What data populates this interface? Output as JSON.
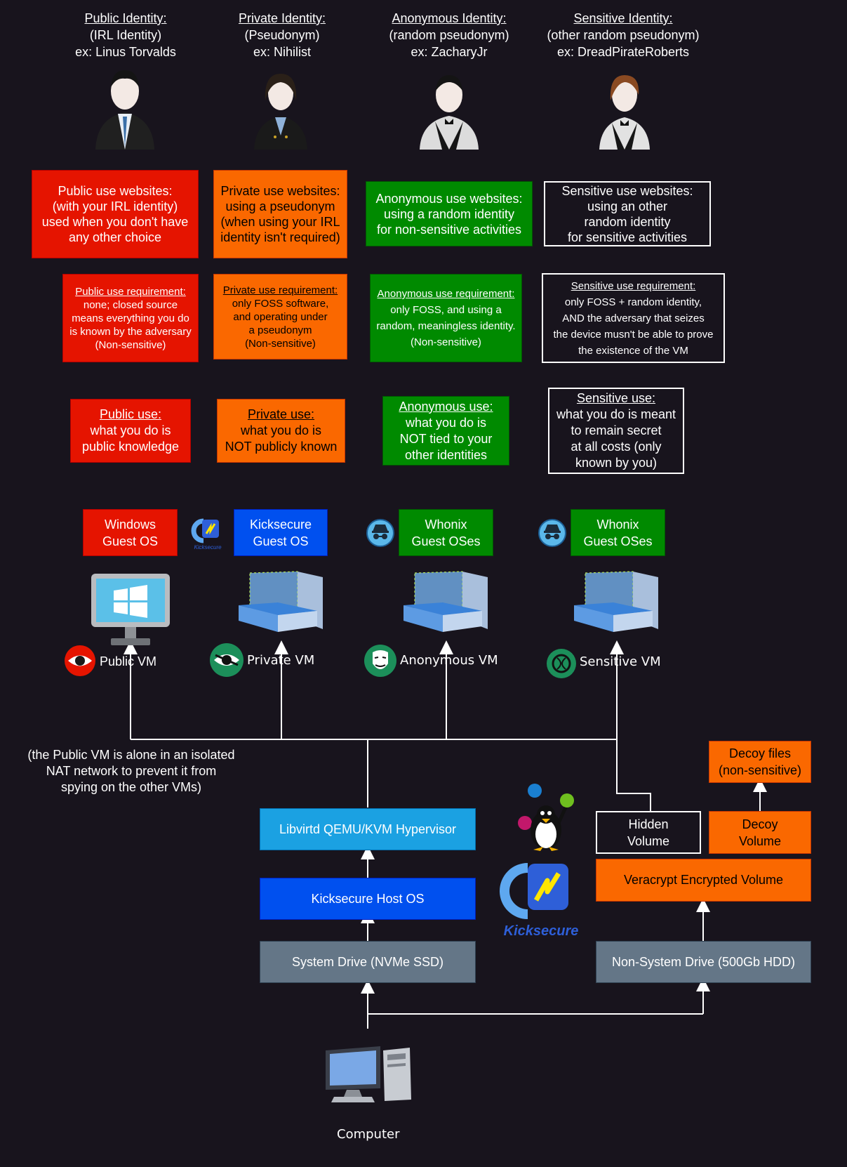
{
  "identities": [
    {
      "title": "Public Identity:",
      "line1": "(IRL Identity)",
      "line2": "ex: Linus Torvalds"
    },
    {
      "title": "Private Identity:",
      "line1": "(Pseudonym)",
      "line2": "ex: Nihilist"
    },
    {
      "title": "Anonymous Identity:",
      "line1": "(random pseudonym)",
      "line2": "ex: ZacharyJr"
    },
    {
      "title": "Sensitive Identity:",
      "line1": "(other random pseudonym)",
      "line2": "ex: DreadPirateRoberts"
    }
  ],
  "websites": [
    "Public use websites:\n(with your IRL identity)\nused when you don't have\nany other choice",
    "Private use websites:\nusing a pseudonym\n(when using your IRL\nidentity isn't required)",
    "Anonymous use websites:\nusing a random identity\nfor non-sensitive activities",
    "Sensitive use websites:\nusing an other\nrandom identity\nfor sensitive activities"
  ],
  "requirements": [
    {
      "title": "Public use requirement:",
      "body": "none; closed source\nmeans everything you do\nis known by the adversary\n(Non-sensitive)"
    },
    {
      "title": "Private use requirement:",
      "body": "only FOSS software,\nand operating under\na pseudonym\n(Non-sensitive)"
    },
    {
      "title": "Anonymous use requirement:",
      "body": "only FOSS, and using a\nrandom, meaningless identity.\n(Non-sensitive)"
    },
    {
      "title": "Sensitive use requirement:",
      "body": "only FOSS + random identity,\nAND the adversary that seizes\nthe device musn't be able to prove\nthe existence of the VM"
    }
  ],
  "uses": [
    {
      "title": "Public use:",
      "body": "what you do is\npublic knowledge"
    },
    {
      "title": "Private use:",
      "body": "what you do is\nNOT publicly known"
    },
    {
      "title": "Anonymous use:",
      "body": "what you do is\nNOT tied to your\nother identities"
    },
    {
      "title": "Sensitive use:",
      "body": "what you do is meant\nto remain secret\nat all costs (only\nknown by you)"
    }
  ],
  "guest_os": [
    "Windows\nGuest OS",
    "Kicksecure\nGuest OS",
    "Whonix\nGuest OSes",
    "Whonix\nGuest OSes"
  ],
  "vms": [
    "Public VM",
    "Private VM",
    "Anonymous VM",
    "Sensitive VM"
  ],
  "note": "(the Public VM is alone in an isolated\nNAT network to prevent it from\nspying on the other VMs)",
  "stack": {
    "hypervisor": "Libvirtd QEMU/KVM Hypervisor",
    "host_os": "Kicksecure Host OS",
    "system_drive": "System Drive (NVMe SSD)",
    "non_system_drive": "Non-System Drive (500Gb HDD)",
    "veracrypt": "Veracrypt Encrypted Volume",
    "hidden_volume": "Hidden\nVolume",
    "decoy_volume": "Decoy\nVolume",
    "decoy_files": "Decoy files\n(non-sensitive)",
    "computer": "Computer"
  },
  "logos": {
    "kicksecure": "Kicksecure",
    "kicksecure_small": "Kicksecure"
  },
  "colors": {
    "background": "#18141d",
    "red": "#e51400",
    "orange": "#fa6800",
    "green": "#008a00",
    "blue": "#0050ef",
    "sky": "#1ba1e2",
    "slate": "#647687"
  },
  "icons": [
    "person-icon",
    "windows-monitor-icon",
    "virtualbox-icon",
    "eye-icon",
    "anonymous-mask-icon",
    "incognito-icon",
    "tux-icon",
    "kicksecure-logo",
    "desktop-computer-icon"
  ]
}
